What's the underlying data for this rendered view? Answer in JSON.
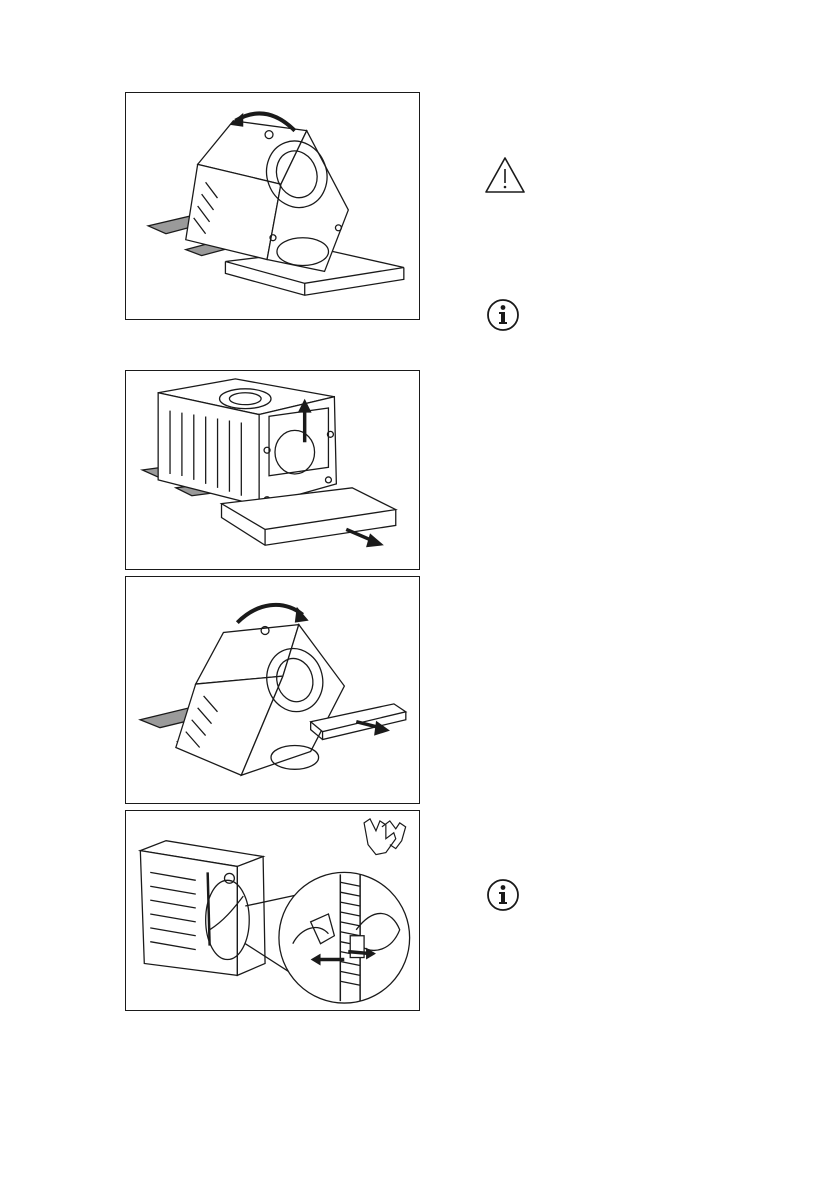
{
  "page": {
    "panels": [
      {
        "id": "tilt-back",
        "depicts": "washing-machine-tilted-backwards-onto-packaging"
      },
      {
        "id": "lift-remove-base",
        "depicts": "machine-on-side-base-removed"
      },
      {
        "id": "tilt-forward-remove-support",
        "depicts": "machine-tilted-forward-support-removed"
      },
      {
        "id": "release-hose",
        "depicts": "rear-view-hose-clip-release-with-gloves"
      }
    ],
    "icons": {
      "warning": "warning-triangle-icon",
      "info": "info-icon",
      "gloves": "gloves-icon"
    },
    "colors": {
      "line": "#1a1a1a",
      "fill": "#ffffff",
      "shade": "#9a9a9a"
    }
  }
}
